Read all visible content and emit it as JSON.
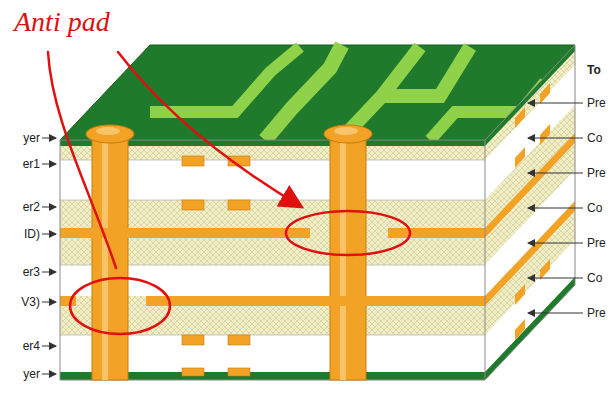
{
  "diagram": {
    "labels": [
      "Anti pad",
      "To",
      "Pre",
      "Co",
      "Pre",
      "Co",
      "Pre",
      "Co",
      "Pre",
      "yer",
      "er1",
      "er2",
      "ID)",
      "er3",
      "V3)",
      "er4",
      "yer"
    ]
  }
}
